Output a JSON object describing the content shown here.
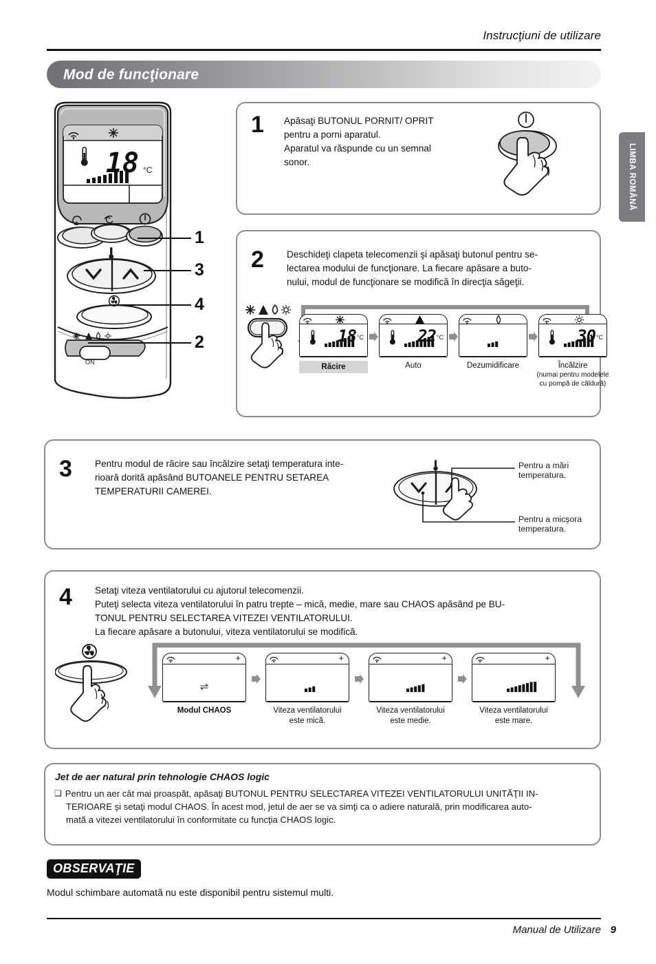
{
  "header": {
    "title": "Instrucţiuni de utilizare"
  },
  "section": {
    "title": "Mod de funcţionare"
  },
  "language_tab": {
    "label": "LIMBA ROMÂNĂ"
  },
  "remote": {
    "display": {
      "temperature": "18",
      "unit": "°C",
      "mode_icon": "snowflake-icon",
      "signal_icon": "signal-icon"
    },
    "callouts": [
      {
        "number": "1",
        "target": "power-button"
      },
      {
        "number": "3",
        "target": "temperature-buttons"
      },
      {
        "number": "4",
        "target": "fan-speed-button"
      },
      {
        "number": "2",
        "target": "mode-button"
      }
    ]
  },
  "steps": [
    {
      "number": "1",
      "text_lines": [
        "Apăsaţi BUTONUL PORNIT/ OPRIT",
        "pentru a porni aparatul.",
        "Aparatul va răspunde cu un semnal",
        "sonor."
      ]
    },
    {
      "number": "2",
      "text_lines": [
        "Deschideţi clapeta telecomenzii şi apăsaţi butonul pentru se-",
        "lectarea modului de funcţionare. La fiecare apăsare a buto-",
        "nului, modul de funcţionare se modifică în direcţia săgeţii."
      ],
      "mode_button_icons": [
        "snowflake-icon",
        "auto-triangle-icon",
        "water-drop-icon",
        "sun-icon"
      ],
      "modes": [
        {
          "label": "Răcire",
          "sublabel": "",
          "temp": "18",
          "unit": "°C",
          "icon": "❄",
          "highlight": true,
          "fan": "high",
          "show_temp": true
        },
        {
          "label": "Auto",
          "sublabel": "",
          "temp": "22",
          "unit": "°C",
          "icon": "▲",
          "highlight": false,
          "fan": "high",
          "show_temp": true
        },
        {
          "label": "Dezumidificare",
          "sublabel": "",
          "temp": "",
          "unit": "",
          "icon": "◊",
          "highlight": false,
          "fan": "low",
          "show_temp": false
        },
        {
          "label": "Încălzire",
          "sublabel": "(numai pentru modelele\ncu pompă de căldură)",
          "temp": "30",
          "unit": "°C",
          "icon": "☀",
          "highlight": false,
          "fan": "high",
          "show_temp": true
        }
      ]
    },
    {
      "number": "3",
      "text_lines": [
        "Pentru modul de răcire sau încălzire setaţi temperatura inte-",
        "rioară dorită apăsând BUTOANELE PENTRU SETAREA",
        "TEMPERATURII CAMEREI."
      ],
      "annotations": {
        "increase": "Pentru a mări temperatura.",
        "decrease": "Pentru a micşora temperatura."
      }
    },
    {
      "number": "4",
      "text_lines": [
        "Setaţi viteza ventilatorului cu ajutorul telecomenzii.",
        "Puteţi selecta viteza ventilatorului în patru trepte – mică, medie, mare sau CHAOS apăsând pe BU-",
        "TONUL PENTRU SELECTAREA VITEZEI VENTILATORULUI.",
        "La fiecare apăsare a butonului, viteza ventilatorului se modifică."
      ],
      "fan_steps": [
        {
          "label": "Modul CHAOS",
          "label2": "",
          "bold": true,
          "bars": 0,
          "chaos": true
        },
        {
          "label": "Viteza ventilatorului",
          "label2": "este mică.",
          "bold": false,
          "bars": 3,
          "chaos": false
        },
        {
          "label": "Viteza ventilatorului",
          "label2": "este medie.",
          "bold": false,
          "bars": 5,
          "chaos": false
        },
        {
          "label": "Viteza ventilatorului",
          "label2": "este mare.",
          "bold": false,
          "bars": 8,
          "chaos": false
        }
      ]
    }
  ],
  "chaos_note": {
    "title": "Jet de aer natural prin tehnologie CHAOS logic",
    "bullet_marker": "❏",
    "lines": [
      "Pentru un aer cât mai proaspăt, apăsaţi BUTONUL PENTRU SELECTAREA VITEZEI VENTILATORULUI UNITĂŢII IN-",
      "TERIOARE şi setaţi modul CHAOS. În acest mod, jetul de aer se va simţi ca o adiere naturală, prin modificarea auto-",
      "mată a vitezei ventilatorului în conformitate cu funcţia CHAOS logic."
    ]
  },
  "observation": {
    "badge": "OBSERVAŢIE",
    "text": "Modul schimbare automată nu este disponibil pentru sistemul multi."
  },
  "footer": {
    "text": "Manual de Utilizare",
    "page": "9"
  },
  "colors": {
    "panel_border": "#8b8c8e",
    "bar_dark": "#6f7073",
    "bar_light": "#f3f3f4",
    "tab": "#7b7c7f",
    "highlight": "#d4d5d6"
  }
}
